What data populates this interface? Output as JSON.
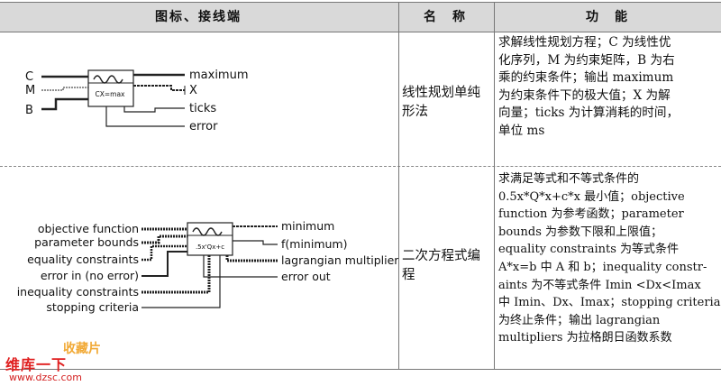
{
  "header": {
    "col1": "图标、接线端",
    "col2": "名　称",
    "col3": "功　能"
  },
  "rows": [
    {
      "icon": {
        "inputs": [
          "C",
          "M",
          "B"
        ],
        "outputs": [
          "maximum",
          "X",
          "ticks",
          "error"
        ],
        "box_text": "CX=max"
      },
      "name_lines": [
        "线性规划单纯",
        "形法"
      ],
      "func_lines": [
        "求解线性规划方程；C 为线性优",
        "化序列，M 为约束矩阵，B 为右",
        "乘的约束条件；输出 maximum",
        "为约束条件下的极大值；X 为解",
        "向量；ticks 为计算消耗的时间，",
        "单位 ms"
      ]
    },
    {
      "icon": {
        "inputs": [
          "objective function",
          "parameter bounds",
          "equality constraints",
          "error in (no error)",
          "inequality constraints",
          "stopping criteria"
        ],
        "outputs": [
          "minimum",
          "f(minimum)",
          "lagrangian multipliers",
          "error out"
        ],
        "box_text": ".5x'Qx+c"
      },
      "name_lines": [
        "二次方程式编",
        "程"
      ],
      "func_lines": [
        "求满足等式和不等式条件的",
        "0.5x*Q*x+c*x 最小值；objective",
        "function 为参考函数；parameter",
        "bounds 为参数下限和上限值；",
        "equality constraints 为等式条件",
        "A*x=b 中 A 和 b；inequality constr-",
        "aints 为不等式条件 Imin <Dx<Imax",
        "中 Imin、Dx、Imax；stopping criteria",
        "为终止条件；输出 lagrangian",
        "multipliers 为拉格朗日函数系数"
      ]
    }
  ],
  "watermark": {
    "logo": "收藏片",
    "site_cn": "维库一下",
    "url": "www.dzsc.com"
  }
}
